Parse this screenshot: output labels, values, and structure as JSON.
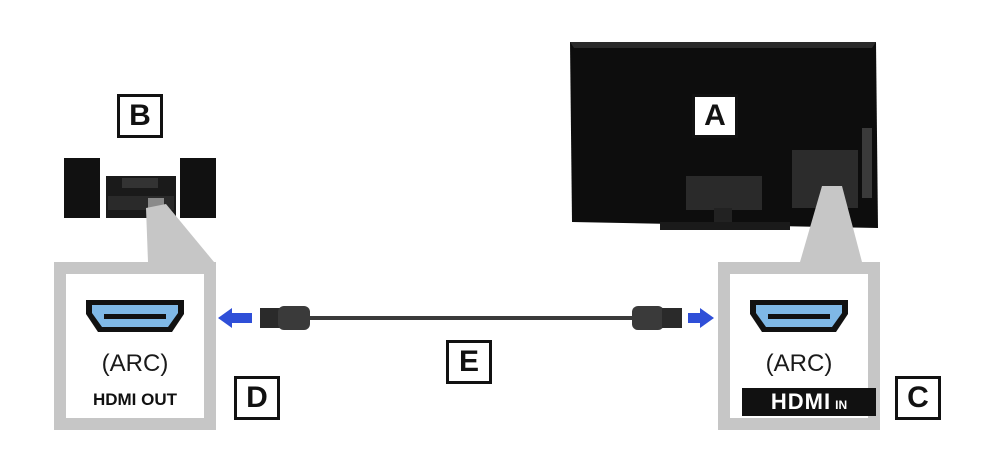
{
  "labels": {
    "tv": "A",
    "audio_system": "B",
    "tv_port": "C",
    "audio_port": "D",
    "cable": "E"
  },
  "left_panel": {
    "arc": "(ARC)",
    "port_name": "HDMI OUT"
  },
  "right_panel": {
    "arc": "(ARC)",
    "logo_main": "HDMI",
    "logo_suffix": "IN"
  },
  "colors": {
    "panel_gray": "#c6c6c6",
    "hdmi_port_blue": "#7fb8e6",
    "arrow_blue": "#2f4fd8",
    "device_black": "#111111"
  },
  "icons": [
    "hdmi-port-icon",
    "arrow-left-icon",
    "arrow-right-icon",
    "hdmi-cable-icon",
    "tv-icon",
    "audio-system-icon"
  ]
}
